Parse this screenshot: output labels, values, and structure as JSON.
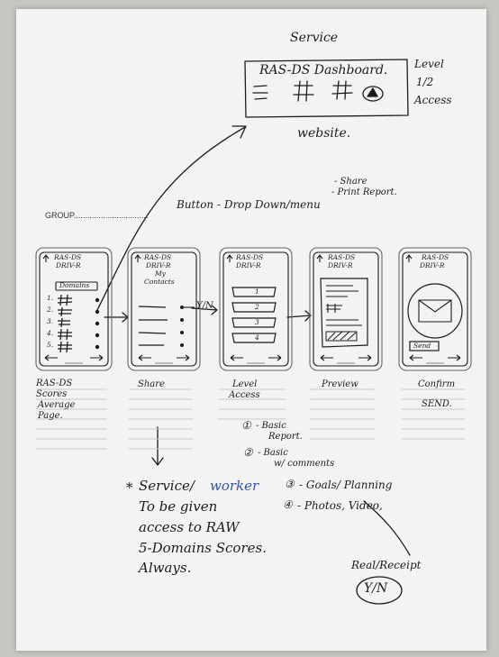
{
  "service": {
    "title": "Service",
    "dashboard_label": "RAS-DS Dashboard.",
    "access_note": [
      "Level",
      "1/2",
      "Access"
    ],
    "website_label": "website."
  },
  "menu_note": {
    "share": "- Share",
    "print": "- Print Report.",
    "button": "Button - Drop Down/menu"
  },
  "group_label": "GROUP.................................",
  "phones": [
    {
      "title_lines": [
        "RAS-DS",
        "DRIV-R"
      ],
      "subtitle": "Domains",
      "rows": [
        "1.",
        "2.",
        "3.",
        "4.",
        "5."
      ],
      "caption_lines": [
        "RAS-DS",
        "Scores",
        "Average",
        "Page."
      ]
    },
    {
      "title_lines": [
        "RAS-DS",
        "DRIV-R",
        "My",
        "Contacts"
      ],
      "side_note": "Y/N",
      "caption_lines": [
        "Share"
      ]
    },
    {
      "title_lines": [
        "RAS-DS",
        "DRIV-R"
      ],
      "levels": [
        "1",
        "2",
        "3",
        "4"
      ],
      "caption_lines": [
        "Level",
        "Access"
      ]
    },
    {
      "title_lines": [
        "RAS-DS",
        "DRIV-R"
      ],
      "caption_lines": [
        "Preview"
      ]
    },
    {
      "title_lines": [
        "RAS-DS",
        "DRIV-R"
      ],
      "button": "Send",
      "caption_lines": [
        "Confirm",
        "SEND."
      ]
    }
  ],
  "access_levels": [
    {
      "num": "①",
      "text": [
        "- Basic",
        "Report."
      ]
    },
    {
      "num": "②",
      "text": [
        "- Basic",
        "w/ comments"
      ]
    },
    {
      "num": "③",
      "text": [
        "- Goals/ Planning"
      ]
    },
    {
      "num": "④",
      "text": [
        "- Photos, Video,"
      ]
    }
  ],
  "service_note": {
    "star": "*",
    "line1_a": "Service/",
    "line1_b": "worker",
    "line2": "To be given",
    "line3": "access to RAW",
    "line4": "5-Domains Scores.",
    "line5": "Always."
  },
  "real_receipt": {
    "label": "Real/Receipt",
    "yn": "Y/N"
  },
  "colors": {
    "ink": "#1c1c1c",
    "blue_ink": "#2f55a8",
    "paper": "#f4f3f1"
  }
}
